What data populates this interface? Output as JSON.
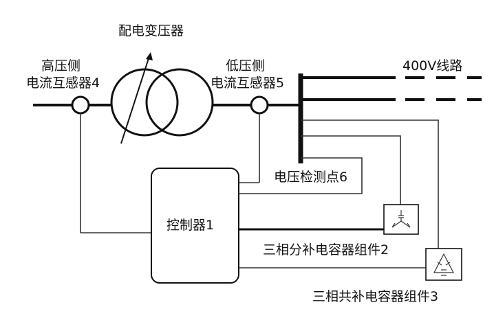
{
  "labels": {
    "transformer": "配电变压器",
    "hv_side": "高压侧",
    "hv_ct": "电流互感器4",
    "lv_side": "低压侧",
    "lv_ct": "电流互感器5",
    "line_400v": "400V线路",
    "voltage_point": "电压检测点6",
    "controller": "控制器1",
    "cap_split": "三相分补电容器组件2",
    "cap_common": "三相共补电容器组件3"
  },
  "colors": {
    "line": "#111111",
    "background": "#ffffff"
  }
}
